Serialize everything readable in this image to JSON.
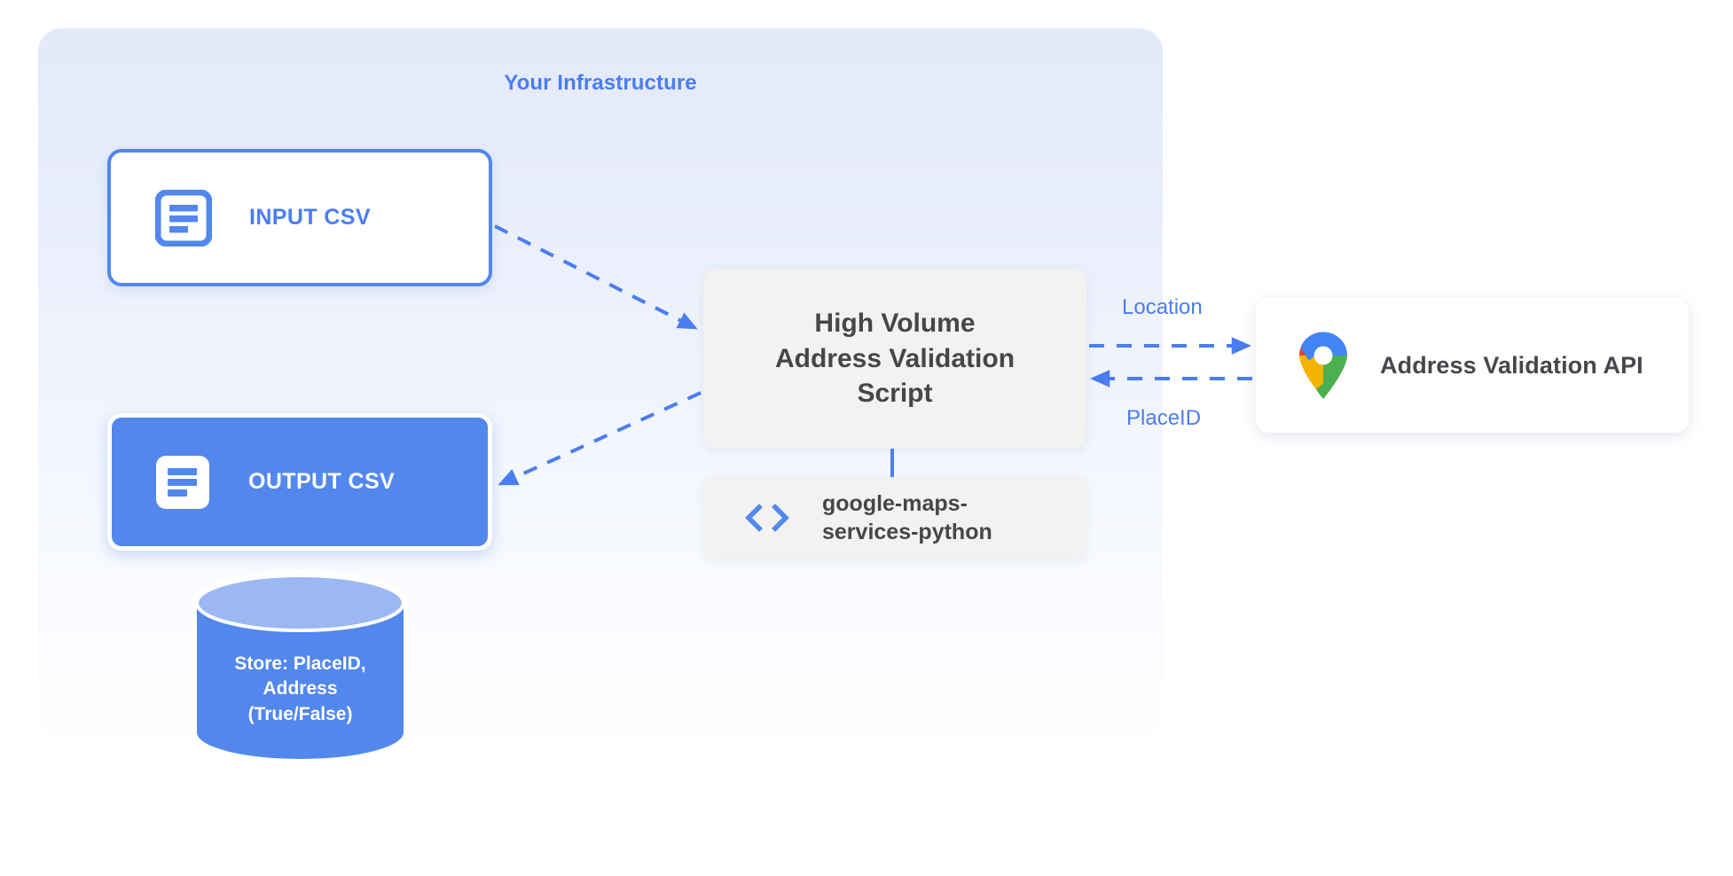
{
  "diagram": {
    "panel": {
      "title": "Your Infrastructure"
    },
    "nodes": {
      "input_csv": {
        "label": "INPUT CSV",
        "icon": "document-icon"
      },
      "output_csv": {
        "label": "OUTPUT CSV",
        "icon": "document-icon"
      },
      "script": {
        "label": "High Volume\nAddress Validation\nScript"
      },
      "library": {
        "label": "google-maps-\nservices-python",
        "icon": "code-brackets-icon"
      },
      "api": {
        "label": "Address Validation API",
        "icon": "google-maps-pin-icon"
      },
      "database": {
        "label": "Store: PlaceID,\nAddress\n(True/False)"
      }
    },
    "edges": [
      {
        "name": "input-to-script",
        "label": "",
        "style": "dashed",
        "direction": "forward"
      },
      {
        "name": "script-to-output",
        "label": "",
        "style": "dashed",
        "direction": "forward"
      },
      {
        "name": "script-to-api",
        "label": "Location",
        "style": "dashed",
        "direction": "forward"
      },
      {
        "name": "api-to-script",
        "label": "PlaceID",
        "style": "dashed",
        "direction": "backward"
      },
      {
        "name": "script-to-library",
        "label": "",
        "style": "solid",
        "direction": "none"
      }
    ],
    "edge_labels": {
      "location": "Location",
      "placeid": "PlaceID"
    },
    "colors": {
      "accent_blue": "#4a7df0",
      "node_blue": "#5287ee",
      "panel_bg_top": "#e4eafa",
      "panel_bg_bottom": "#fefeff",
      "card_gray": "#f3f2f0",
      "text_dark": "#46464a",
      "db_top": "#9bb8f2",
      "db_body": "#5287ee",
      "maps_blue": "#4285f4",
      "maps_red": "#e04434",
      "maps_yellow": "#f5b400",
      "maps_green": "#4caf50"
    }
  }
}
